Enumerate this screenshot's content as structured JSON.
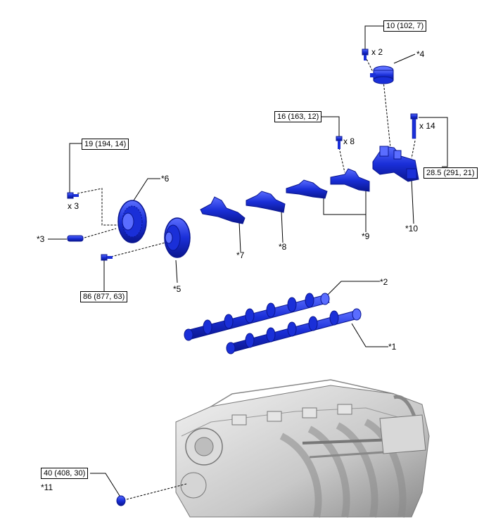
{
  "colors": {
    "part_blue": "#1a2fd8",
    "part_blue_dark": "#0a168f",
    "part_blue_light": "#5a6dff",
    "engine_gray": "#c8c8c8",
    "engine_gray_dark": "#7a7a7a",
    "leader_line": "#000000"
  },
  "torque_specs": {
    "t1": "10 (102, 7)",
    "t2": "16 (163, 12)",
    "t3": "19 (194, 14)",
    "t4": "28.5 (291, 21)",
    "t5": "86 (877, 63)",
    "t6": "40 (408, 30)"
  },
  "quantities": {
    "q1": "x 2",
    "q2": "x 8",
    "q3": "x 14",
    "q4": "x 3"
  },
  "callouts": {
    "c1": "*1",
    "c2": "*2",
    "c3": "*3",
    "c4": "*4",
    "c5": "*5",
    "c6": "*6",
    "c7": "*7",
    "c8": "*8",
    "c9": "*9",
    "c10": "*10",
    "c11": "*11"
  },
  "parts": {
    "p1": "camshaft",
    "p2": "camshaft",
    "p3": "straight-pin",
    "p4": "oil-control-valve-housing",
    "p5": "camshaft-timing-gear",
    "p6": "camshaft-timing-sprocket",
    "p7": "camshaft-bearing-cap",
    "p8": "camshaft-bearing-cap",
    "p9": "camshaft-bearing-cap-set",
    "p10": "camshaft-housing",
    "p11": "plug"
  }
}
